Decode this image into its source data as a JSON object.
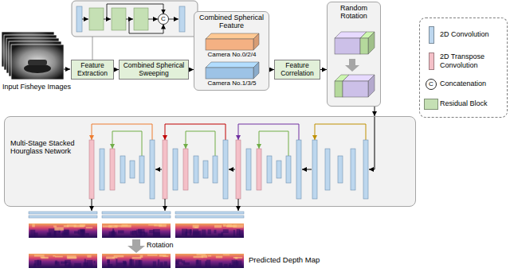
{
  "diagram": {
    "nodes": [
      {
        "text": [
          "Feature Extraction"
        ]
      },
      {
        "text": [
          "Combined Spherical Sweeping"
        ]
      },
      {
        "text": [
          "Combined Spherical Feature"
        ]
      },
      {
        "text": [
          "Camera No.0/2/4"
        ],
        "in": 2
      },
      {
        "text": [
          "Camera No.1/3/5"
        ],
        "in": 2
      },
      {
        "text": [
          "Feature Correlation"
        ]
      },
      {
        "text": [
          "Random Rotation"
        ]
      },
      {
        "text": [
          "Multi-Stage Stacked Hourglass Network"
        ]
      }
    ],
    "edges": [
      {
        "from": 0,
        "to": 1,
        "arrow": "to"
      },
      {
        "from": 1,
        "to": 2,
        "arrow": "to"
      },
      {
        "from": 2,
        "to": 5,
        "arrow": "to"
      },
      {
        "from": 5,
        "to": 6,
        "arrow": "to"
      },
      {
        "from": 6,
        "to": 7,
        "arrow": "to"
      }
    ],
    "labels": [
      "C",
      "Input Fisheye Images",
      "Rotation",
      "Predicted Depth Map",
      "C"
    ],
    "legend": [
      {
        "text": "2D Convolution",
        "color": "#bdd7ee"
      },
      {
        "text": "2D Transpose Convolution",
        "color": "#f4c0c8"
      },
      {
        "text": "Concatenation"
      },
      {
        "text": "Residual Block",
        "color": "#c5e0b4"
      }
    ]
  }
}
